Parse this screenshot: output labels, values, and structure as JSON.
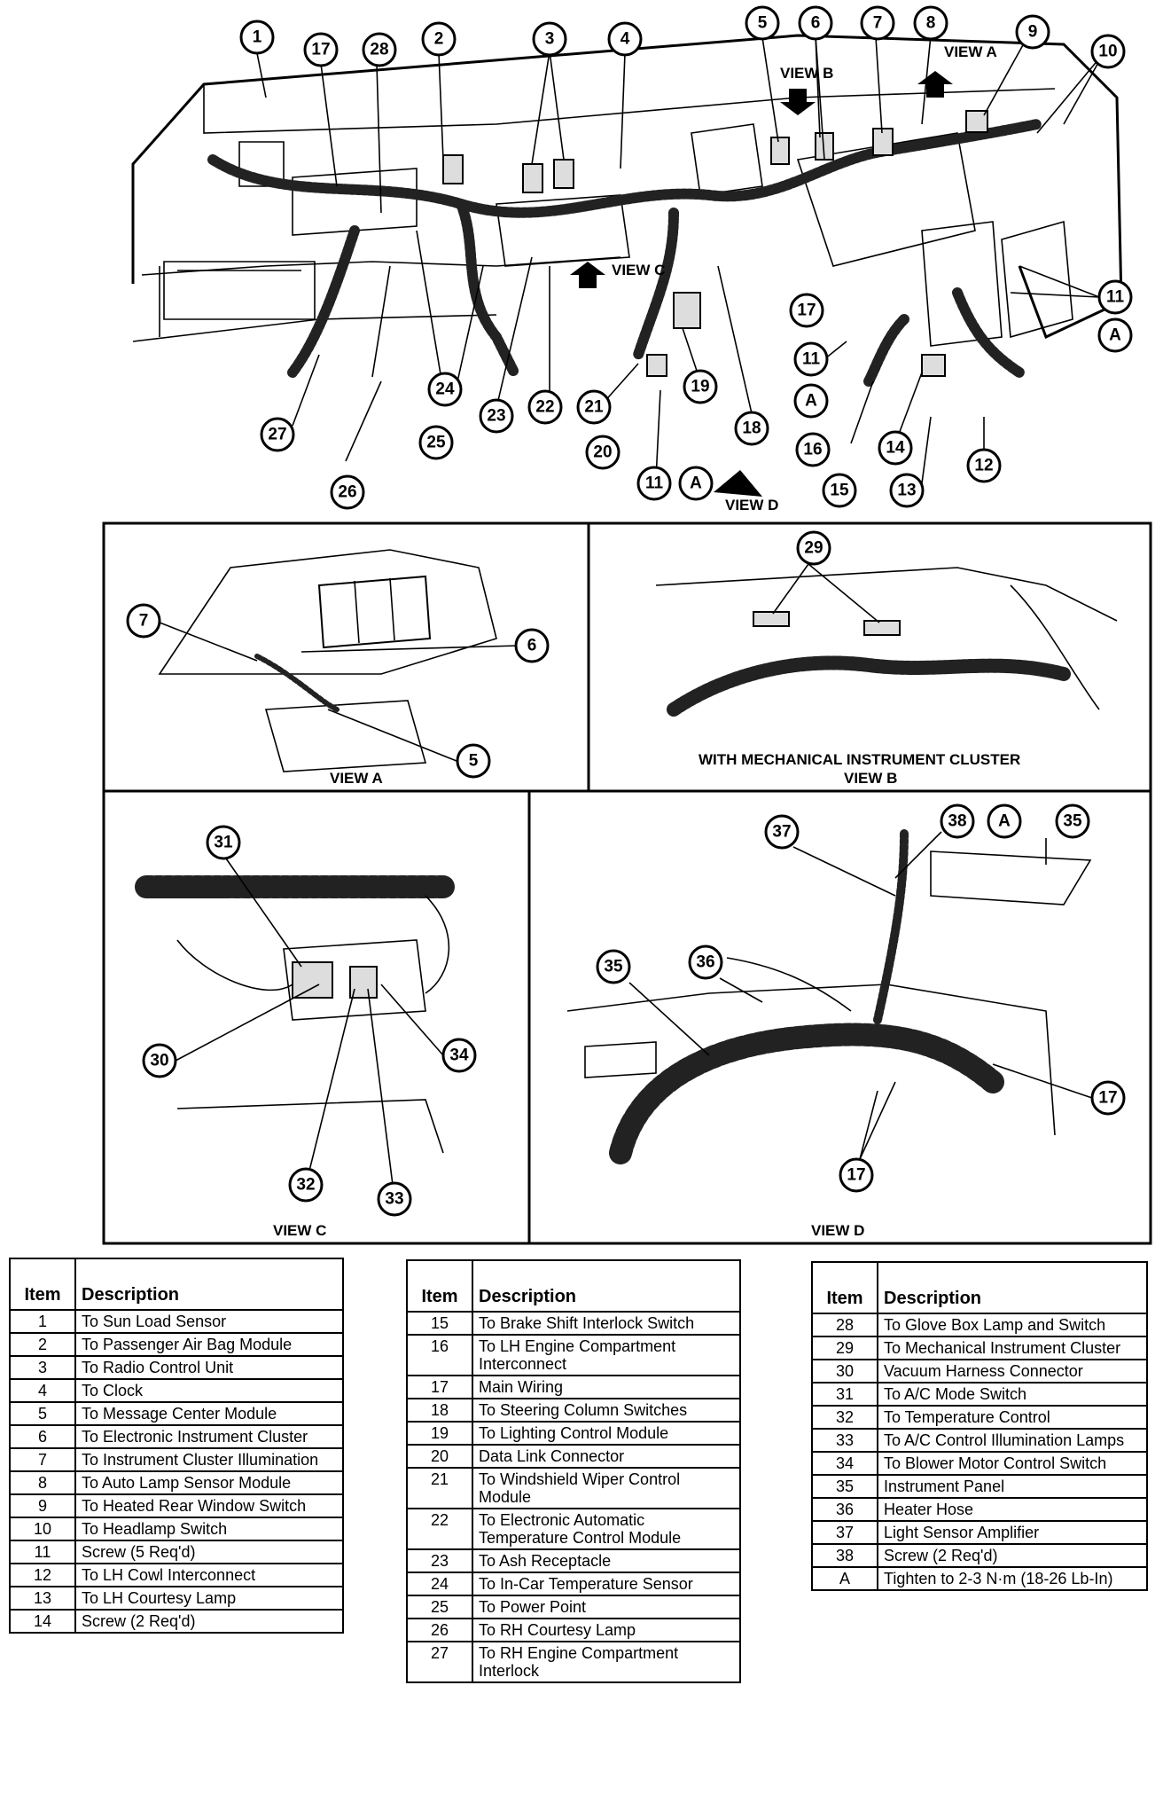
{
  "diagram": {
    "view_labels": {
      "view_a_top": "VIEW A",
      "view_b_top": "VIEW B",
      "view_c_top": "VIEW C",
      "view_d_top": "VIEW D",
      "panel_a": "VIEW A",
      "panel_b_caption": "WITH MECHANICAL INSTRUMENT CLUSTER",
      "panel_b": "VIEW B",
      "panel_c": "VIEW C",
      "panel_d": "VIEW D"
    }
  },
  "tables": [
    {
      "header_item": "Item",
      "header_desc": "Description",
      "rows": [
        {
          "item": "1",
          "desc": "To Sun Load Sensor"
        },
        {
          "item": "2",
          "desc": "To Passenger Air Bag Module"
        },
        {
          "item": "3",
          "desc": "To Radio Control Unit"
        },
        {
          "item": "4",
          "desc": "To Clock"
        },
        {
          "item": "5",
          "desc": "To Message Center Module"
        },
        {
          "item": "6",
          "desc": "To Electronic Instrument Cluster"
        },
        {
          "item": "7",
          "desc": "To Instrument Cluster Illumination"
        },
        {
          "item": "8",
          "desc": "To Auto Lamp Sensor Module"
        },
        {
          "item": "9",
          "desc": "To Heated Rear Window Switch"
        },
        {
          "item": "10",
          "desc": "To Headlamp Switch"
        },
        {
          "item": "11",
          "desc": "Screw (5 Req'd)"
        },
        {
          "item": "12",
          "desc": "To LH Cowl Interconnect"
        },
        {
          "item": "13",
          "desc": "To LH Courtesy Lamp"
        },
        {
          "item": "14",
          "desc": "Screw (2 Req'd)"
        }
      ]
    },
    {
      "header_item": "Item",
      "header_desc": "Description",
      "rows": [
        {
          "item": "15",
          "desc": "To Brake Shift Interlock Switch"
        },
        {
          "item": "16",
          "desc": "To LH Engine Compartment Interconnect"
        },
        {
          "item": "17",
          "desc": "Main Wiring"
        },
        {
          "item": "18",
          "desc": "To Steering Column Switches"
        },
        {
          "item": "19",
          "desc": "To Lighting Control Module"
        },
        {
          "item": "20",
          "desc": "Data Link Connector"
        },
        {
          "item": "21",
          "desc": "To Windshield Wiper Control Module"
        },
        {
          "item": "22",
          "desc": "To Electronic Automatic Temperature Control Module"
        },
        {
          "item": "23",
          "desc": "To Ash Receptacle"
        },
        {
          "item": "24",
          "desc": "To In-Car Temperature Sensor"
        },
        {
          "item": "25",
          "desc": "To Power Point"
        },
        {
          "item": "26",
          "desc": "To RH Courtesy Lamp"
        },
        {
          "item": "27",
          "desc": "To RH Engine Compartment Interlock"
        }
      ]
    },
    {
      "header_item": "Item",
      "header_desc": "Description",
      "rows": [
        {
          "item": "28",
          "desc": "To Glove Box Lamp and Switch"
        },
        {
          "item": "29",
          "desc": "To Mechanical Instrument Cluster"
        },
        {
          "item": "30",
          "desc": "Vacuum Harness Connector"
        },
        {
          "item": "31",
          "desc": "To A/C Mode Switch"
        },
        {
          "item": "32",
          "desc": "To Temperature Control"
        },
        {
          "item": "33",
          "desc": "To A/C Control Illumination Lamps"
        },
        {
          "item": "34",
          "desc": "To Blower Motor Control Switch"
        },
        {
          "item": "35",
          "desc": "Instrument Panel"
        },
        {
          "item": "36",
          "desc": "Heater Hose"
        },
        {
          "item": "37",
          "desc": "Light Sensor Amplifier"
        },
        {
          "item": "38",
          "desc": "Screw (2 Req'd)"
        },
        {
          "item": "A",
          "desc": "Tighten to 2-3 N·m (18-26 Lb-In)"
        }
      ]
    }
  ]
}
